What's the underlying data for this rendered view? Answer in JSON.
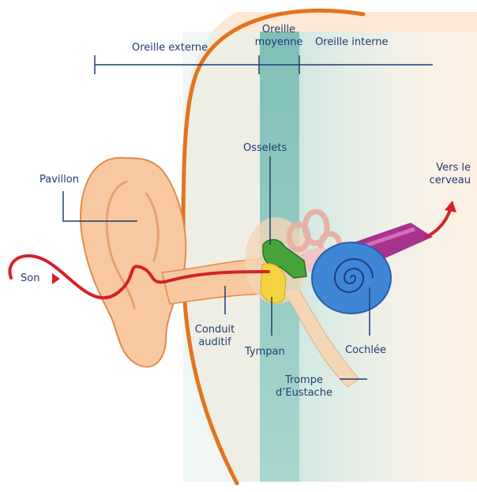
{
  "labels": {
    "outer_ear": "Oreille externe",
    "middle_ear_line1": "Oreille",
    "middle_ear_line2": "moyenne",
    "inner_ear": "Oreille interne",
    "ossicles": "Osselets",
    "pinna": "Pavillon",
    "to_brain_line1": "Vers le",
    "to_brain_line2": "cerveau",
    "sound": "Son",
    "ear_canal_line1": "Conduit",
    "ear_canal_line2": "auditif",
    "eardrum": "Tympan",
    "cochlea": "Cochlée",
    "eustachian_line1": "Trompe",
    "eustachian_line2": "d’Eustache"
  },
  "colors": {
    "label_text": "#1f3b73",
    "leader_line": "#1f3b73",
    "head_outline": "#e4731f",
    "skin": "#f8c9a0",
    "middle_band": "#7fbfb8",
    "inner_zone": "#cfe8e1",
    "sound_wave": "#d62027",
    "cochlea": "#3f86d6",
    "ossicles": "#46a33a",
    "eardrum": "#f4d341",
    "nerve": "#a7338f"
  }
}
